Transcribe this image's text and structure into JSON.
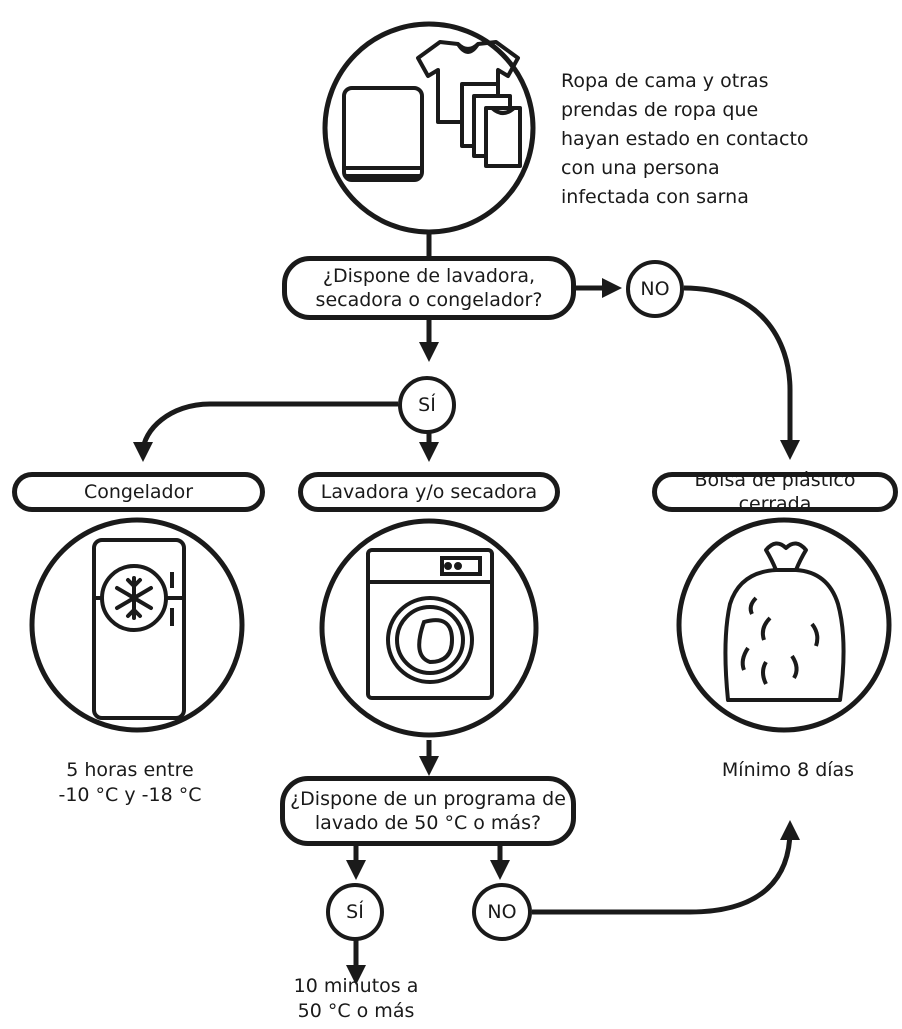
{
  "nodes": {
    "intro": "Ropa de cama y otras prendas de ropa que hayan estado en contacto con una persona infectada con sarna",
    "q1_line1": "¿Dispone de lavadora,",
    "q1_line2": "secadora o congelador?",
    "no1": "NO",
    "si1": "SÍ",
    "congelador": "Congelador",
    "lavadora": "Lavadora y/o secadora",
    "bolsa": "Bolsa de plástico cerrada",
    "freeze_line1": "5 horas entre",
    "freeze_line2": "-10 °C y -18 °C",
    "minimo": "Mínimo 8 días",
    "q2_line1": "¿Dispone de un programa de",
    "q2_line2": "lavado de 50 °C o más?",
    "si2": "SÍ",
    "no2": "NO",
    "wash_line1": "10 minutos a",
    "wash_line2": "50 °C o más"
  },
  "icons": [
    "laundry-icon",
    "fridge-icon",
    "snowflake-icon",
    "washing-machine-icon",
    "plastic-bag-icon"
  ],
  "colors": {
    "ink": "#1a1a1a",
    "background": "#ffffff"
  }
}
